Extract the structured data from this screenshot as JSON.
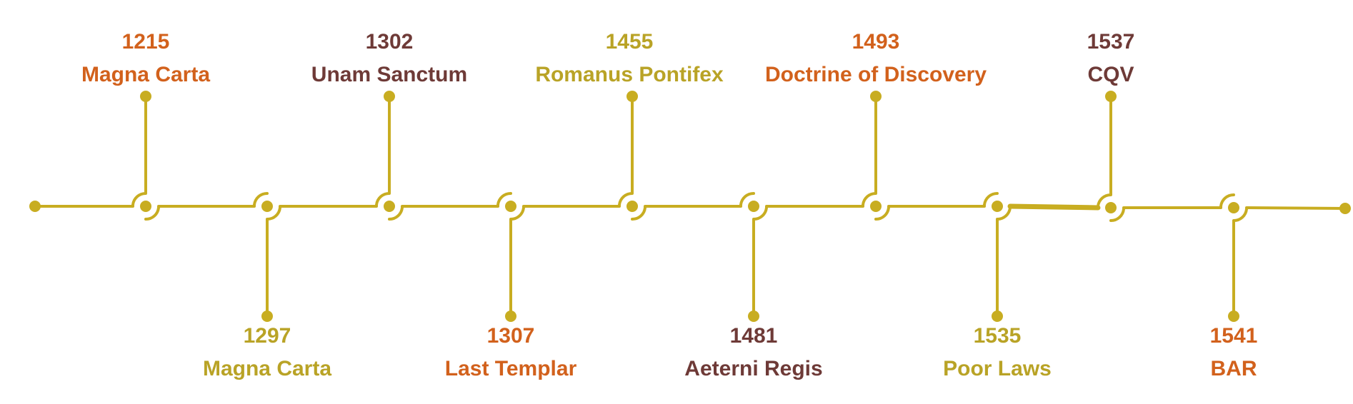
{
  "timeline": {
    "line_color": "#c8ad21",
    "events": [
      {
        "year": "1215",
        "title": "Magna Carta",
        "side": "above",
        "color": "#d2611c"
      },
      {
        "year": "1297",
        "title": "Magna Carta",
        "side": "below",
        "color": "#b9a326"
      },
      {
        "year": "1302",
        "title": "Unam Sanctum",
        "side": "above",
        "color": "#6e3a37"
      },
      {
        "year": "1307",
        "title": "Last Templar",
        "side": "below",
        "color": "#d2611c"
      },
      {
        "year": "1455",
        "title": "Romanus Pontifex",
        "side": "above",
        "color": "#b9a326"
      },
      {
        "year": "1481",
        "title": "Aeterni Regis",
        "side": "below",
        "color": "#6e3a37"
      },
      {
        "year": "1493",
        "title": "Doctrine of Discovery",
        "side": "above",
        "color": "#d2611c"
      },
      {
        "year": "1535",
        "title": "Poor Laws",
        "side": "below",
        "color": "#b9a326"
      },
      {
        "year": "1537",
        "title": "CQV",
        "side": "above",
        "color": "#6e3a37"
      },
      {
        "year": "1541",
        "title": "BAR",
        "side": "below",
        "color": "#d2611c"
      }
    ]
  }
}
